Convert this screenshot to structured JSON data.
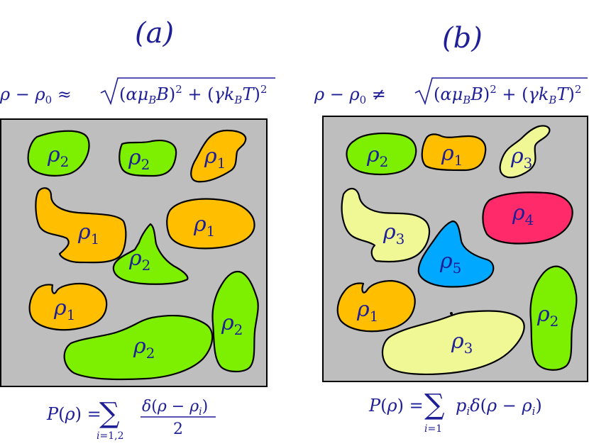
{
  "colors": {
    "text": "#1e1e96",
    "box": "#bebebe",
    "green": "#7cf000",
    "orange": "#ffbe00",
    "yellow": "#f0f896",
    "pink": "#ff2a6a",
    "blue": "#00a8ff"
  },
  "panels": [
    {
      "label": "(a)",
      "relation": "ρ − ρ₀ ≈ √((αμ_B B)² + (γk_B T)²)",
      "formula": "P(ρ) = Σ δ(ρ − ρᵢ)/2 , i=1,2",
      "regions": [
        {
          "label": "ρ2",
          "color": "green"
        },
        {
          "label": "ρ2",
          "color": "green"
        },
        {
          "label": "ρ1",
          "color": "orange"
        },
        {
          "label": "ρ1",
          "color": "orange"
        },
        {
          "label": "ρ1",
          "color": "orange"
        },
        {
          "label": "ρ2",
          "color": "green"
        },
        {
          "label": "ρ1",
          "color": "orange"
        },
        {
          "label": "ρ2",
          "color": "green"
        },
        {
          "label": "ρ2",
          "color": "green"
        }
      ]
    },
    {
      "label": "(b)",
      "relation": "ρ − ρ₀ ≠ √((αμ_B B)² + (γk_B T)²)",
      "formula": "P(ρ) = Σ pᵢ δ(ρ − ρᵢ) , i=1",
      "regions": [
        {
          "label": "ρ2",
          "color": "green"
        },
        {
          "label": "ρ1",
          "color": "orange"
        },
        {
          "label": "ρ3",
          "color": "yellow"
        },
        {
          "label": "ρ3",
          "color": "yellow"
        },
        {
          "label": "ρ4",
          "color": "pink"
        },
        {
          "label": "ρ5",
          "color": "blue"
        },
        {
          "label": "ρ1",
          "color": "orange"
        },
        {
          "label": "ρ3",
          "color": "yellow"
        },
        {
          "label": "ρ2",
          "color": "green"
        }
      ]
    }
  ]
}
